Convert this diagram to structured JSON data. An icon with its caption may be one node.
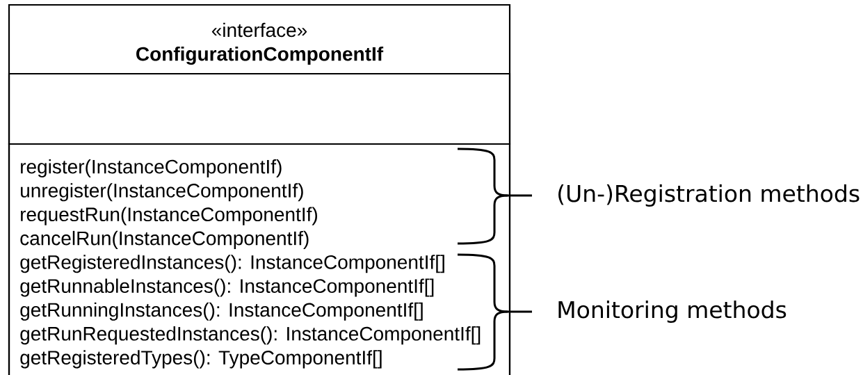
{
  "diagram": {
    "nodes": [
      {
        "text": [
          "«interface»",
          "**ConfigurationComponentIf**"
        ]
      },
      {
        "text": [],
        "shape": "box",
        "in": 0
      },
      {
        "text": [
          "register(InstanceComponentIf)",
          "unregister(InstanceComponentIf)",
          "requestRun(InstanceComponentIf)",
          "cancelRun(InstanceComponentIf)",
          "getRegisteredInstances(): InstanceComponentIf[]",
          "getRunnableInstances(): InstanceComponentIf[]",
          "getRunningInstances(): InstanceComponentIf[]",
          "getRunRequestedInstances(): InstanceComponentIf[]",
          "getRegisteredTypes(): TypeComponentIf[]"
        ],
        "in": 0
      }
    ],
    "labels": [
      "(Un-)Registration methods",
      "Monitoring methods"
    ]
  }
}
